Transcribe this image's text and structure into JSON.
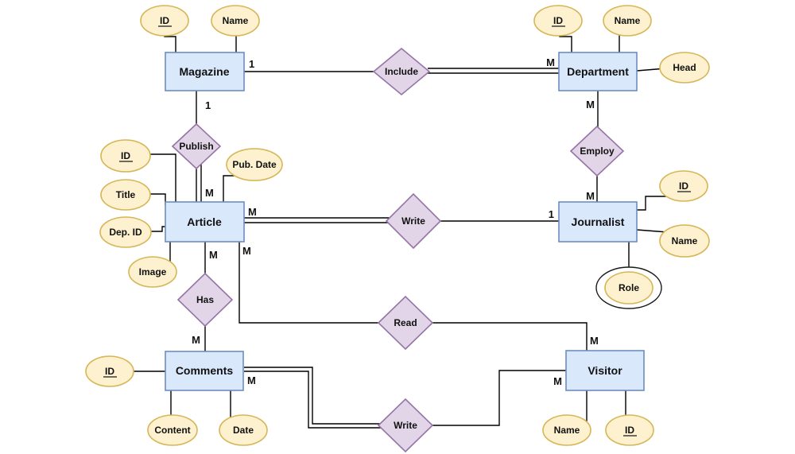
{
  "diagram_type": "entity-relationship-diagram",
  "colors": {
    "entity_fill": "#dae8fc",
    "entity_border": "#6c8ebf",
    "attr_fill": "#fdf1cf",
    "attr_border": "#d6b656",
    "rel_fill": "#e1d5e7",
    "rel_border": "#9673a6",
    "line": "#000000",
    "background": "#ffffff"
  },
  "entities": {
    "magazine": {
      "label": "Magazine",
      "attributes": {
        "id": {
          "label": "ID",
          "key": true
        },
        "name": {
          "label": "Name"
        }
      }
    },
    "department": {
      "label": "Department",
      "attributes": {
        "id": {
          "label": "ID",
          "key": true
        },
        "name": {
          "label": "Name"
        },
        "head": {
          "label": "Head"
        }
      }
    },
    "article": {
      "label": "Article",
      "attributes": {
        "id": {
          "label": "ID",
          "key": true
        },
        "title": {
          "label": "Title"
        },
        "dep_id": {
          "label": "Dep. ID"
        },
        "image": {
          "label": "Image"
        },
        "pub_date": {
          "label": "Pub. Date"
        }
      }
    },
    "journalist": {
      "label": "Journalist",
      "attributes": {
        "id": {
          "label": "ID",
          "key": true
        },
        "name": {
          "label": "Name"
        },
        "role": {
          "label": "Role",
          "double_outline": true
        }
      }
    },
    "comments": {
      "label": "Comments",
      "attributes": {
        "id": {
          "label": "ID",
          "key": true
        },
        "content": {
          "label": "Content"
        },
        "date": {
          "label": "Date"
        }
      }
    },
    "visitor": {
      "label": "Visitor",
      "attributes": {
        "name": {
          "label": "Name"
        },
        "id": {
          "label": "ID",
          "key": true
        }
      }
    }
  },
  "relationships": {
    "include": {
      "label": "Include"
    },
    "publish": {
      "label": "Publish"
    },
    "employ": {
      "label": "Employ"
    },
    "write_article": {
      "label": "Write"
    },
    "has": {
      "label": "Has"
    },
    "read": {
      "label": "Read"
    },
    "write_comment": {
      "label": "Write"
    }
  },
  "cardinalities": {
    "magazine_include": "1",
    "include_department": "M",
    "magazine_publish": "1",
    "publish_article": "M",
    "department_employ": "M",
    "employ_journalist": "M",
    "article_write": "M",
    "write_journalist": "1",
    "article_has": "M",
    "has_comments": "M",
    "article_read": "M",
    "read_visitor": "M",
    "comments_write": "M",
    "write_visitor": "M"
  },
  "edges": [
    {
      "relationship": "Include",
      "between": [
        "Magazine",
        "Department"
      ],
      "cardinality": "1:M",
      "double_line_side": "Department"
    },
    {
      "relationship": "Publish",
      "between": [
        "Magazine",
        "Article"
      ],
      "cardinality": "1:M",
      "double_line_side": "Article"
    },
    {
      "relationship": "Employ",
      "between": [
        "Department",
        "Journalist"
      ],
      "cardinality": "M:M",
      "double_line_side": null
    },
    {
      "relationship": "Write",
      "between": [
        "Article",
        "Journalist"
      ],
      "cardinality": "M:1",
      "double_line_side": "Article"
    },
    {
      "relationship": "Has",
      "between": [
        "Article",
        "Comments"
      ],
      "cardinality": "M:M",
      "double_line_side": null
    },
    {
      "relationship": "Read",
      "between": [
        "Article",
        "Visitor"
      ],
      "cardinality": "M:M",
      "double_line_side": null
    },
    {
      "relationship": "Write",
      "between": [
        "Comments",
        "Visitor"
      ],
      "cardinality": "M:M",
      "double_line_side": "Comments"
    }
  ]
}
